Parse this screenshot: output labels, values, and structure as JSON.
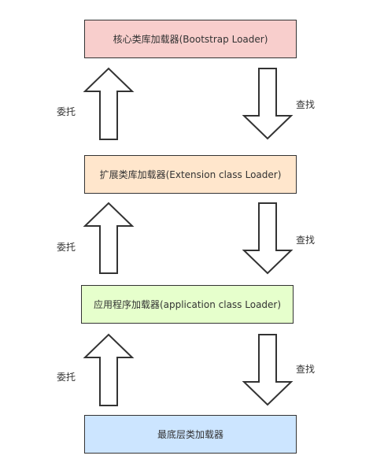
{
  "boxes": [
    {
      "label": "核心类库加载器(Bootstrap Loader)",
      "color": "#f8cecc"
    },
    {
      "label": "扩展类库加载器(Extension class Loader)",
      "color": "#ffe6cc"
    },
    {
      "label": "应用程序加载器(application class Loader)",
      "color": "#e6ffcc"
    },
    {
      "label": "最底层类加载器",
      "color": "#cce5ff"
    }
  ],
  "edge_labels": {
    "delegate": "委托",
    "find": "查找"
  }
}
